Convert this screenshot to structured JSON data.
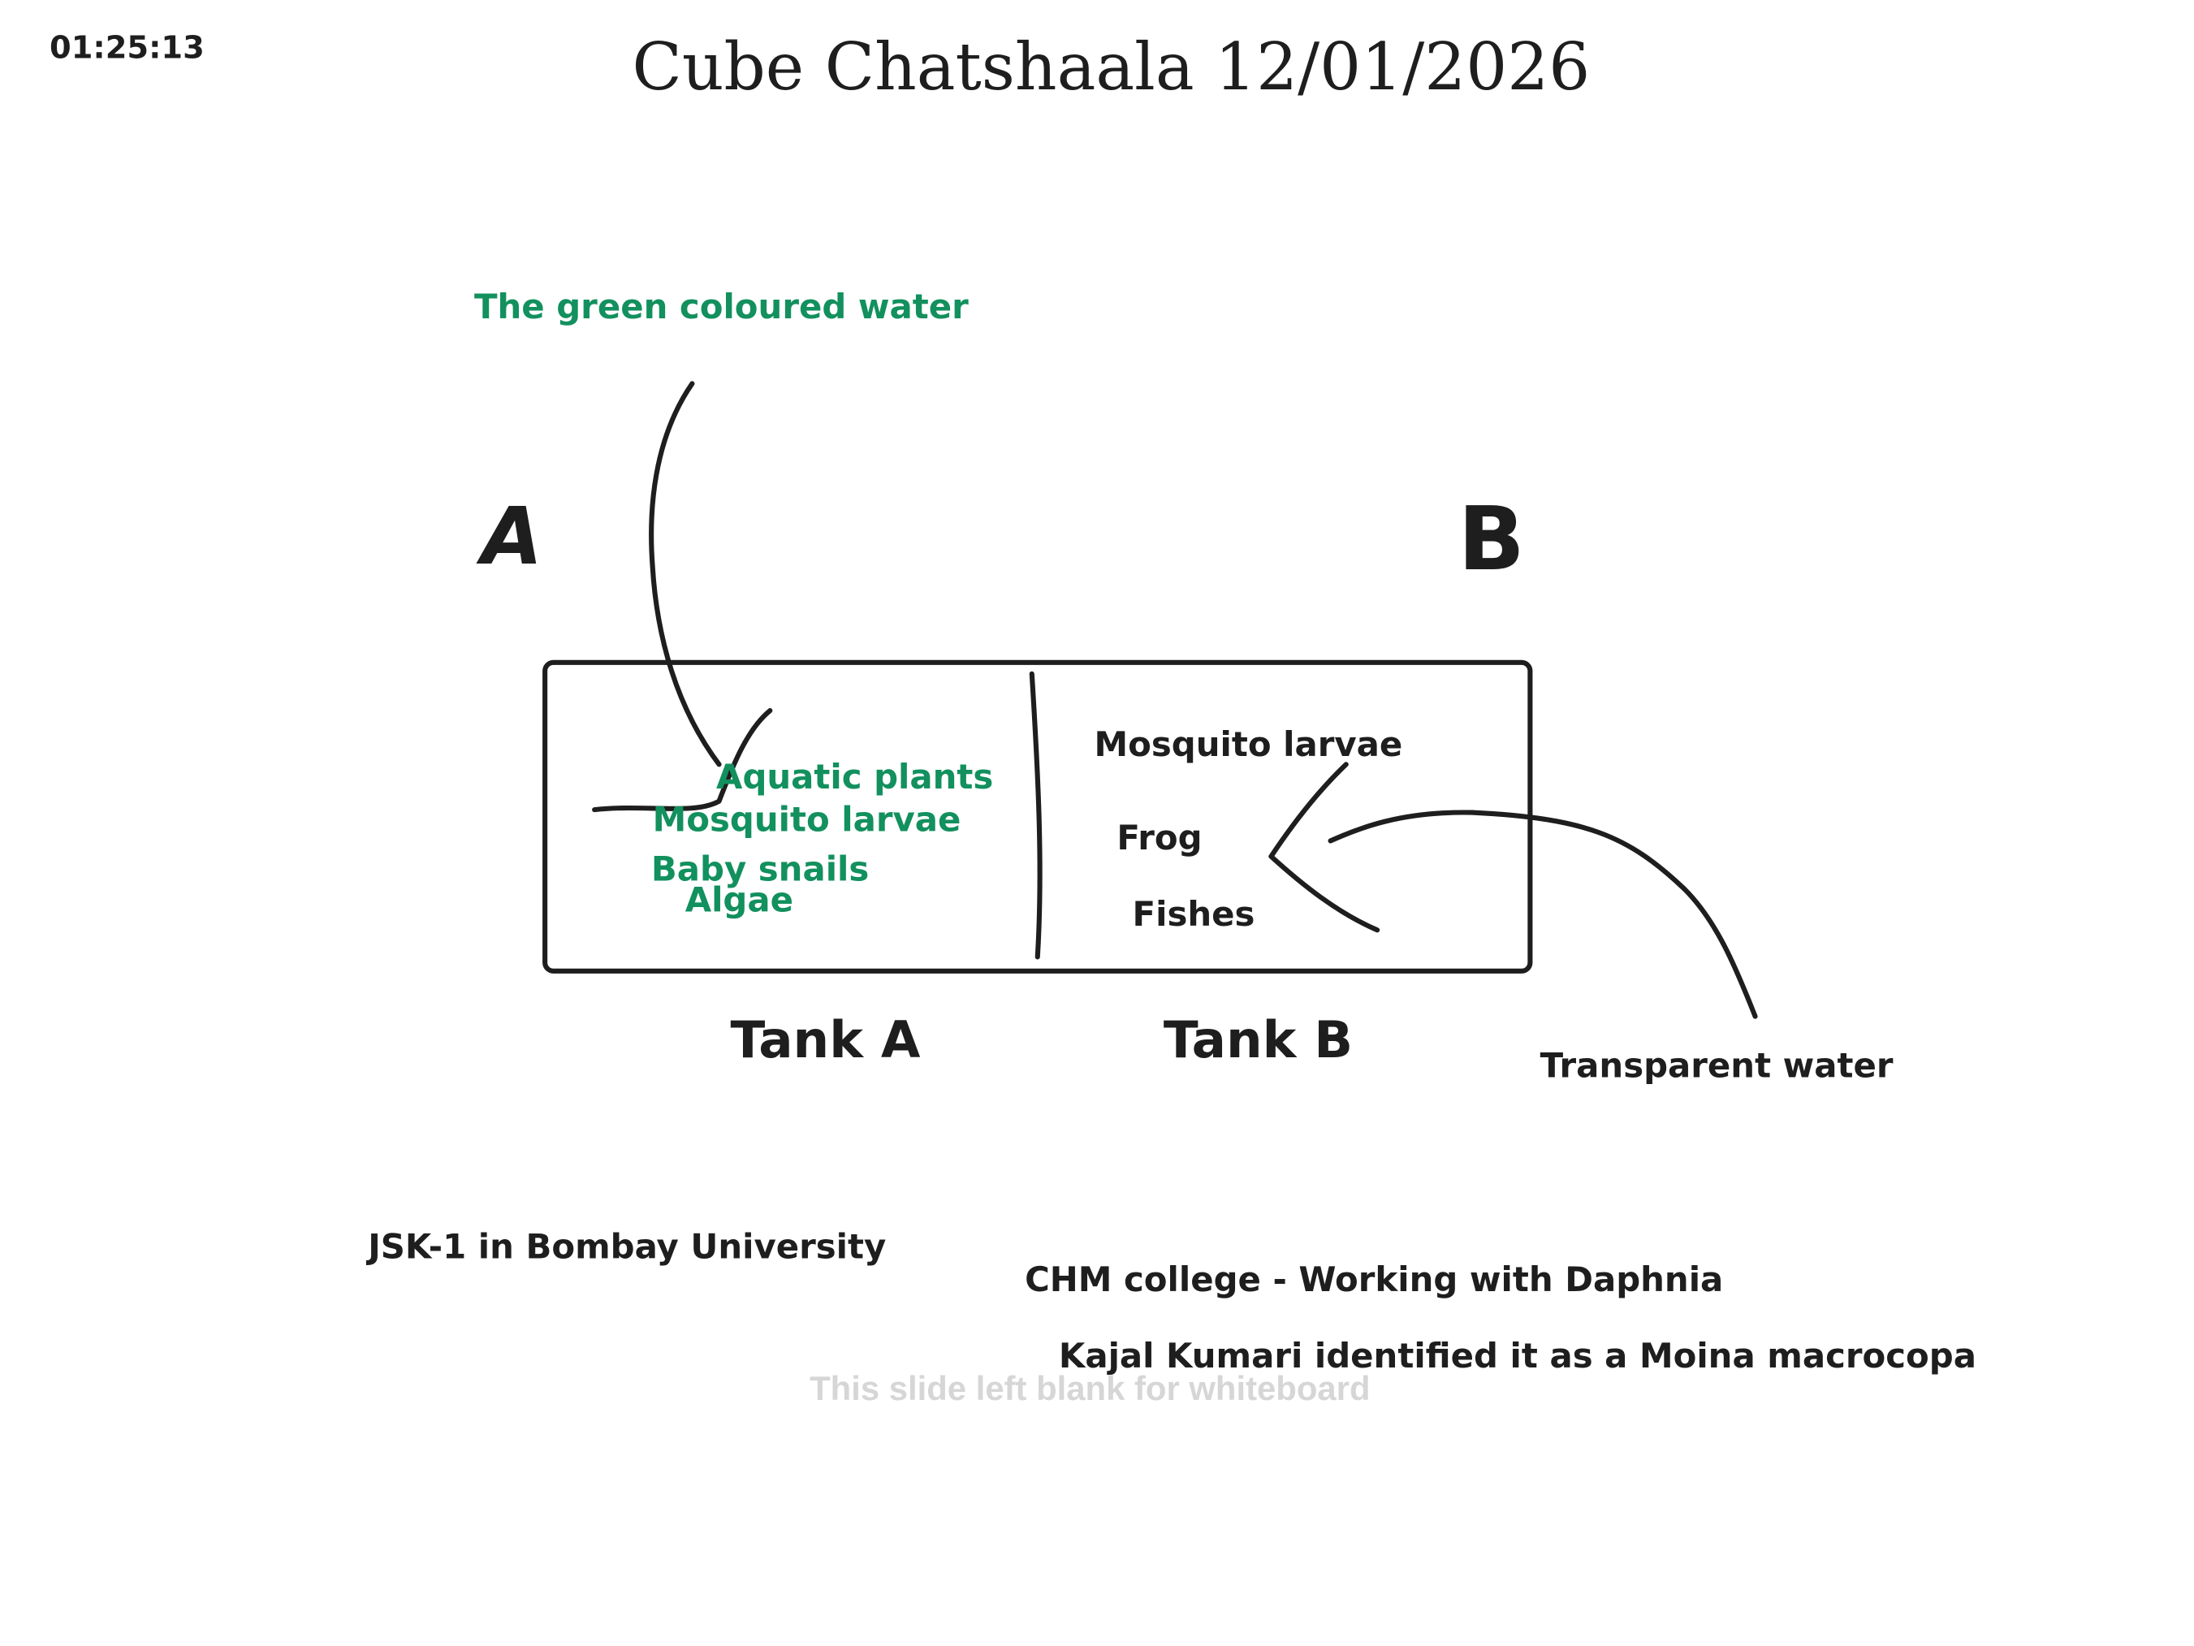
{
  "timer": "01:25:13",
  "title": "Cube Chatshaala 12/01/2026",
  "labels": {
    "green_water": "The green coloured water",
    "letter_a": "A",
    "letter_b": "B",
    "tank_a": "Tank A",
    "tank_b": "Tank B",
    "transparent_water": "Transparent water"
  },
  "tank_a_contents": {
    "aquatic_plants": "Aquatic plants",
    "mosquito_larvae": "Mosquito larvae",
    "baby_snails": "Baby snails",
    "algae": "Algae"
  },
  "tank_b_contents": {
    "mosquito_larvae": "Mosquito larvae",
    "frog": "Frog",
    "fishes": "Fishes"
  },
  "notes": {
    "jsk": "JSK-1 in Bombay University",
    "chm": "CHM college - Working with Daphnia",
    "kajal": "Kajal Kumari identified it as a Moina macrocopa"
  },
  "watermark": "This slide left blank for whiteboard",
  "colors": {
    "ink": "#1e1e1e",
    "green_ink": "#12905e",
    "watermark": "#d6d6d6"
  }
}
